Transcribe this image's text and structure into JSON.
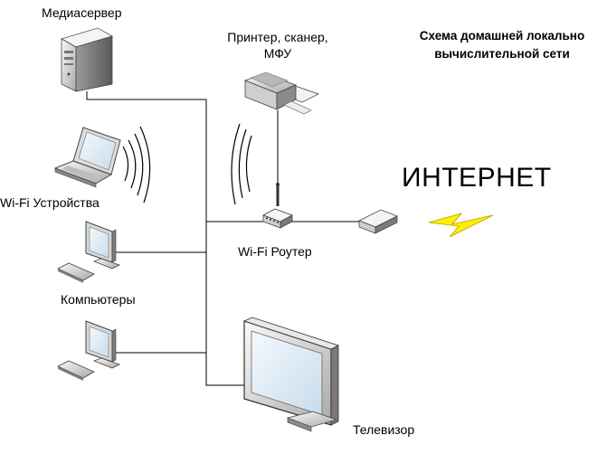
{
  "title": "Схема домашней локально\nвычислительной сети",
  "labels": {
    "media_server": "Медиасервер",
    "printer_line1": "Принтер, сканер,",
    "printer_line2": "МФУ",
    "wifi_devices": "Wi-Fi Устройства",
    "computers": "Компьютеры",
    "router": "Wi-Fi Роутер",
    "tv": "Телевизор",
    "internet": "ИНТЕРНЕТ"
  },
  "colors": {
    "line": "#000000",
    "lightning_fill": "#ffee00",
    "lightning_stroke": "#b8a000",
    "device_light": "#f2f2f2",
    "device_mid": "#c8c8c8",
    "device_dark": "#6e6e6e",
    "screen": "#dbe9f4"
  }
}
